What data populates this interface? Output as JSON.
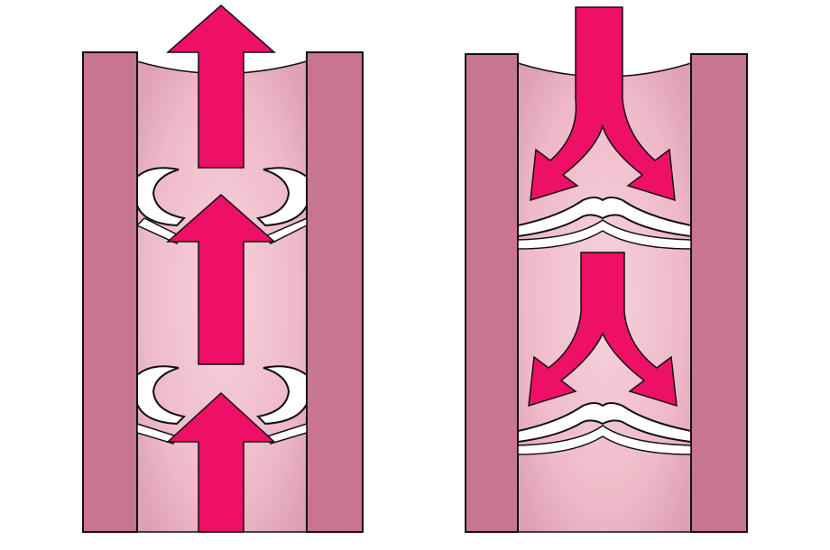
{
  "figure": {
    "panels": [
      {
        "id": "open",
        "state": "open",
        "flow": "upward",
        "arrows": 3,
        "valves": 2
      },
      {
        "id": "closed",
        "state": "closed",
        "flow": "backflow-blocked",
        "arrows": 2,
        "valves": 2
      }
    ],
    "colors": {
      "background": "#ffffff",
      "vessel_wall": "#c8758f",
      "lumen": "#f2c2cf",
      "lumen_shade": "#e6a6b8",
      "arrow": "#ee0f66",
      "valve_fill": "#ffffff",
      "outline": "#111111"
    }
  }
}
